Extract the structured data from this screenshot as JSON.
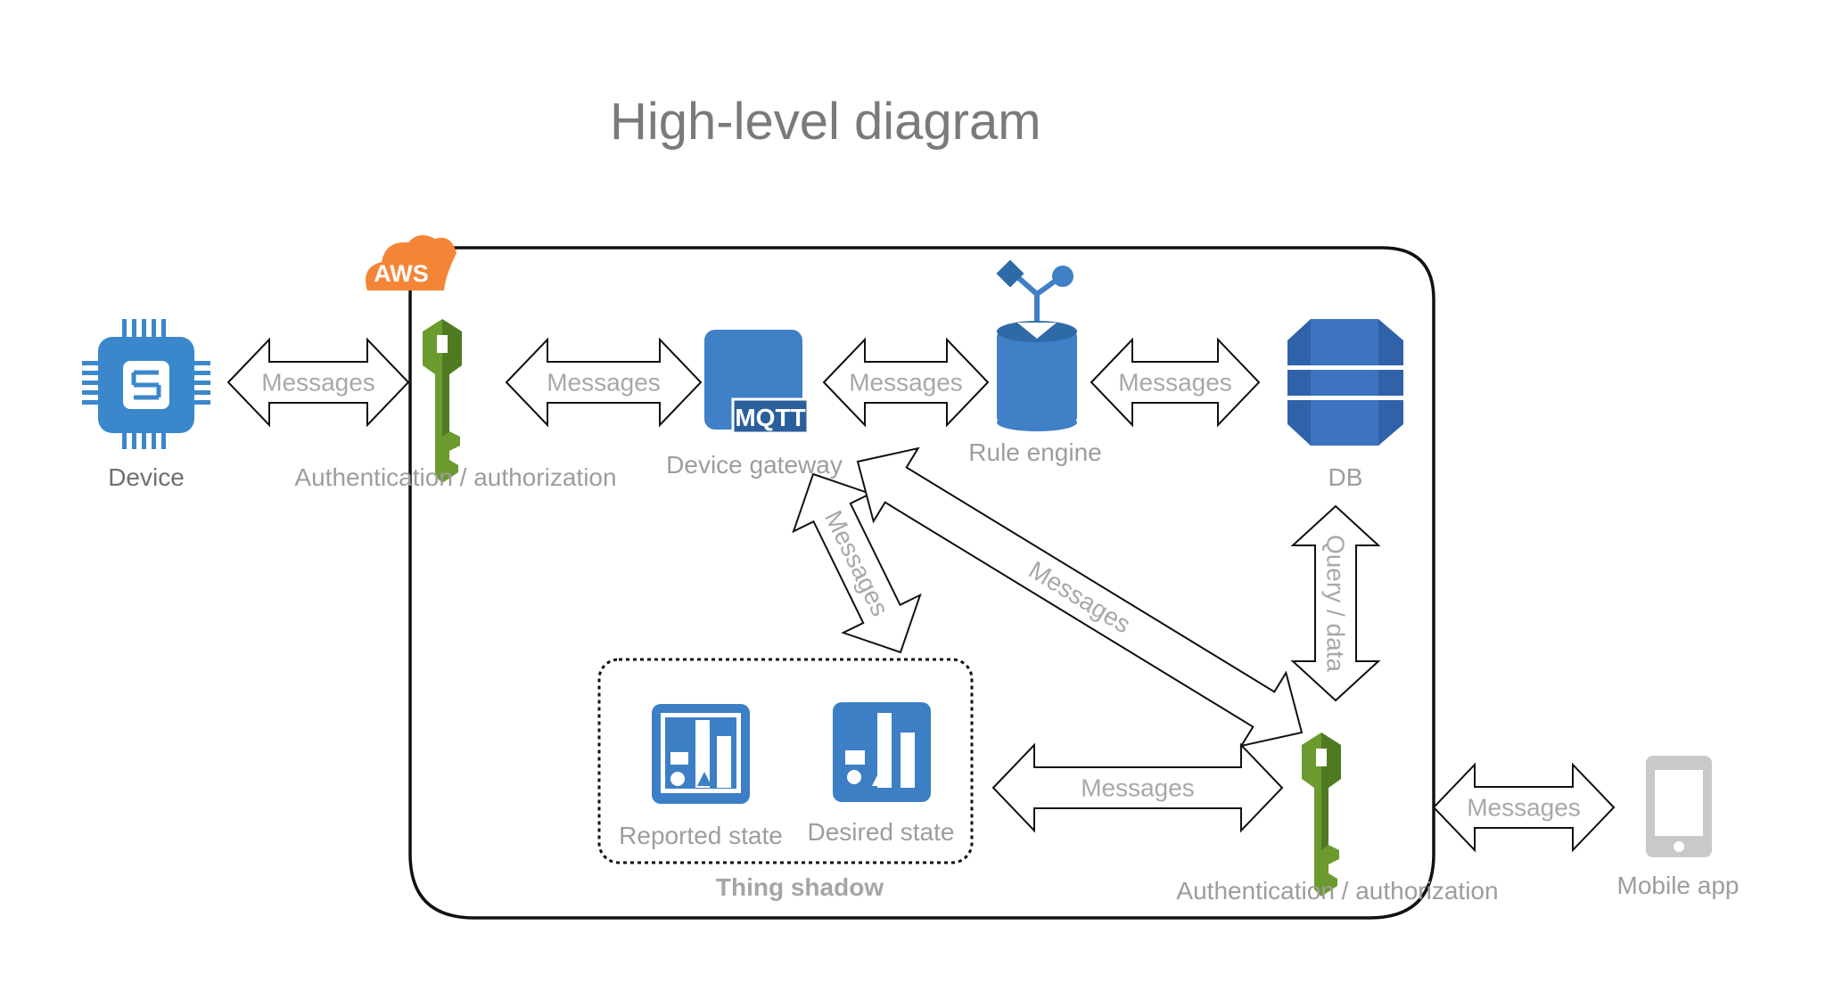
{
  "title": "High-level diagram",
  "cloud_badge": "AWS",
  "nodes": {
    "device": "Device",
    "auth_left": "Authentication / authorization",
    "gateway": "Device gateway",
    "gateway_badge": "MQTT",
    "rule_engine": "Rule engine",
    "db": "DB",
    "reported_state": "Reported state",
    "desired_state": "Desired state",
    "thing_shadow": "Thing shadow",
    "auth_right": "Authentication / authorization",
    "mobile_app": "Mobile app"
  },
  "arrows": {
    "device_auth": "Messages",
    "auth_gateway": "Messages",
    "gateway_rule": "Messages",
    "rule_db": "Messages",
    "gateway_shadow": "Messages",
    "gateway_auth2": "Messages",
    "db_auth2": "Query / data",
    "shadow_auth2": "Messages",
    "auth2_mobile": "Messages"
  },
  "colors": {
    "aws_orange": "#f58536",
    "key_green": "#6b9a2f",
    "service_blue": "#3f80c6",
    "db_blue": "#2f62a8",
    "device_blue": "#3b87cc",
    "shadow_blue": "#3d7fc5",
    "mobile_gray": "#c9c9c9"
  }
}
